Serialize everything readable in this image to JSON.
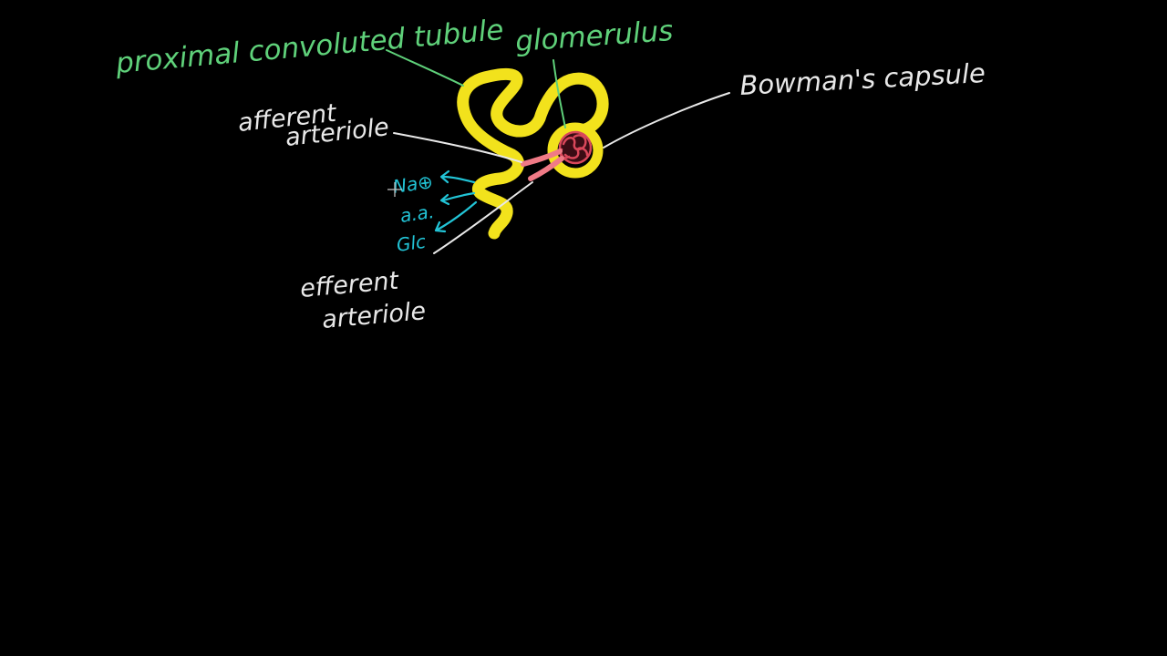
{
  "labels": {
    "pct": "proximal convoluted tubule",
    "glomerulus": "glomerulus",
    "bowmans": "Bowman's capsule",
    "afferent_1": "afferent",
    "afferent_2": "arteriole",
    "efferent_1": "efferent",
    "efferent_2": "arteriole",
    "na": "Na⊕",
    "aa": "a.a.",
    "glc": "Glc"
  },
  "colors": {
    "background": "#000000",
    "tubule_yellow": "#f2e21c",
    "label_green": "#5fd17a",
    "label_white": "#e8e8e8",
    "label_cyan": "#22c4d6",
    "glomerulus_red": "#d9475a",
    "arteriole_pink": "#f07a86"
  },
  "cursor": {
    "icon": "crosshair-cursor-icon"
  }
}
